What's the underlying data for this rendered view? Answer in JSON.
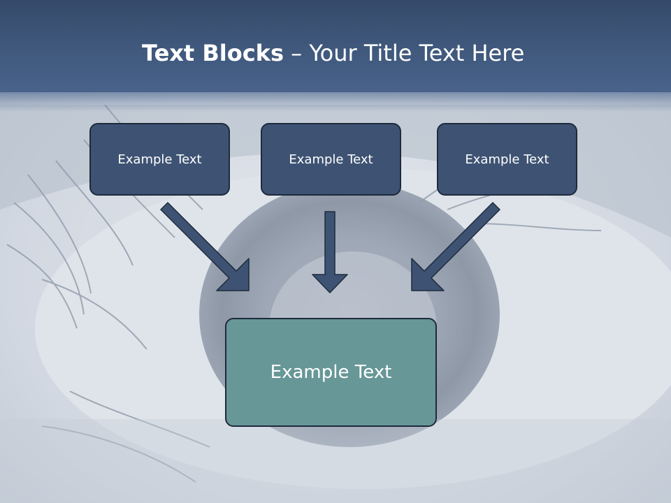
{
  "slide": {
    "title_bold": "Text Blocks",
    "title_dash": " – ",
    "title_rest": "Your Title Text Here"
  },
  "boxes": {
    "top_left": "Example Text",
    "top_center": "Example Text",
    "top_right": "Example Text",
    "bottom": "Example Text"
  },
  "colors": {
    "header": "#40597d",
    "top_box_fill": "#3e5373",
    "bottom_box_fill": "#679797",
    "arrow_fill": "#3e5373",
    "outline": "#1e2a3c"
  }
}
